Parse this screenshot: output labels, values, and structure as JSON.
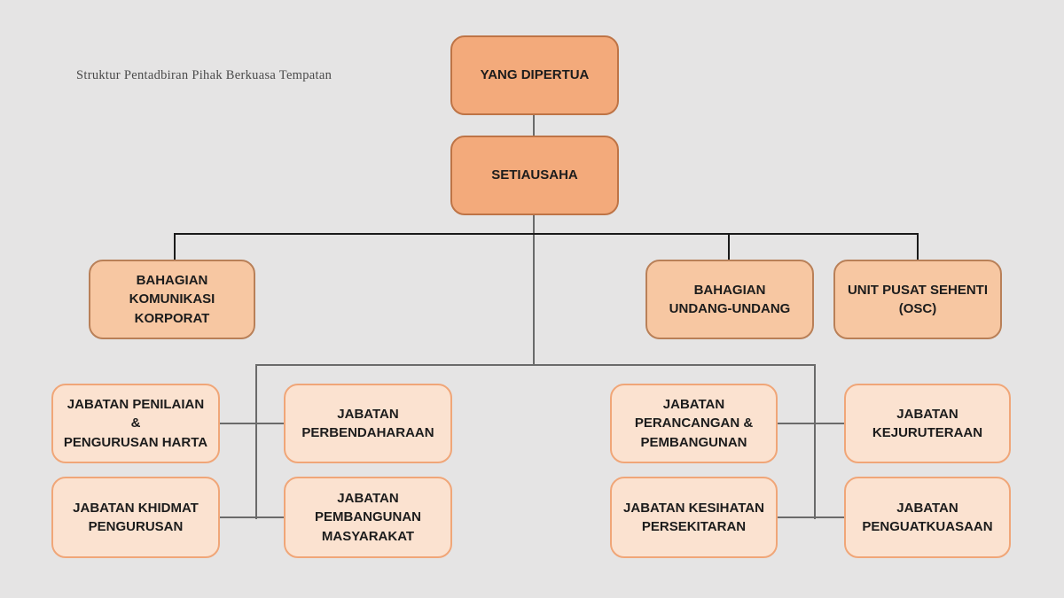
{
  "title": "Struktur Pentadbiran Pihak Berkuasa Tempatan",
  "colors": {
    "background": "#e5e4e4",
    "level1_fill": "#f3aa7b",
    "level1_border": "#be7446",
    "level2_fill": "#f7c7a2",
    "level2_border": "#b98058",
    "level3_fill": "#fbe2d0",
    "level3_border": "#f0a678",
    "connector_dark": "#1a1a1a",
    "connector_gray": "#6a6a6a",
    "text": "#1c1c1c"
  },
  "chart_data": {
    "type": "org-chart",
    "title": "Struktur Pentadbiran Pihak Berkuasa Tempatan",
    "nodes": {
      "yang_dipertua": {
        "label": "YANG DIPERTUA",
        "level": 1,
        "parent": null
      },
      "setiausaha": {
        "label": "SETIAUSAHA",
        "level": 1,
        "parent": "yang_dipertua"
      },
      "bahagian_komunikasi_korporat": {
        "label": "BAHAGIAN\nKOMUNIKASI\nKORPORAT",
        "level": 2,
        "parent": "setiausaha"
      },
      "bahagian_undang_undang": {
        "label": "BAHAGIAN\nUNDANG-UNDANG",
        "level": 2,
        "parent": "setiausaha"
      },
      "unit_pusat_sehenti": {
        "label": "UNIT PUSAT SEHENTI\n(OSC)",
        "level": 2,
        "parent": "setiausaha"
      },
      "jabatan_penilaian_pengurusan_harta": {
        "label": "JABATAN PENILAIAN &\nPENGURUSAN HARTA",
        "level": 3,
        "parent": "setiausaha"
      },
      "jabatan_perbendaharaan": {
        "label": "JABATAN\nPERBENDAHARAAN",
        "level": 3,
        "parent": "setiausaha"
      },
      "jabatan_khidmat_pengurusan": {
        "label": "JABATAN KHIDMAT\nPENGURUSAN",
        "level": 3,
        "parent": "setiausaha"
      },
      "jabatan_pembangunan_masyarakat": {
        "label": "JABATAN\nPEMBANGUNAN\nMASYARAKAT",
        "level": 3,
        "parent": "setiausaha"
      },
      "jabatan_perancangan_pembangunan": {
        "label": "JABATAN\nPERANCANGAN &\nPEMBANGUNAN",
        "level": 3,
        "parent": "setiausaha"
      },
      "jabatan_kejuruteraan": {
        "label": "JABATAN\nKEJURUTERAAN",
        "level": 3,
        "parent": "setiausaha"
      },
      "jabatan_kesihatan_persekitaran": {
        "label": "JABATAN KESIHATAN\nPERSEKITARAN",
        "level": 3,
        "parent": "setiausaha"
      },
      "jabatan_penguatkuasaan": {
        "label": "JABATAN\nPENGUATKUASAAN",
        "level": 3,
        "parent": "setiausaha"
      }
    }
  }
}
